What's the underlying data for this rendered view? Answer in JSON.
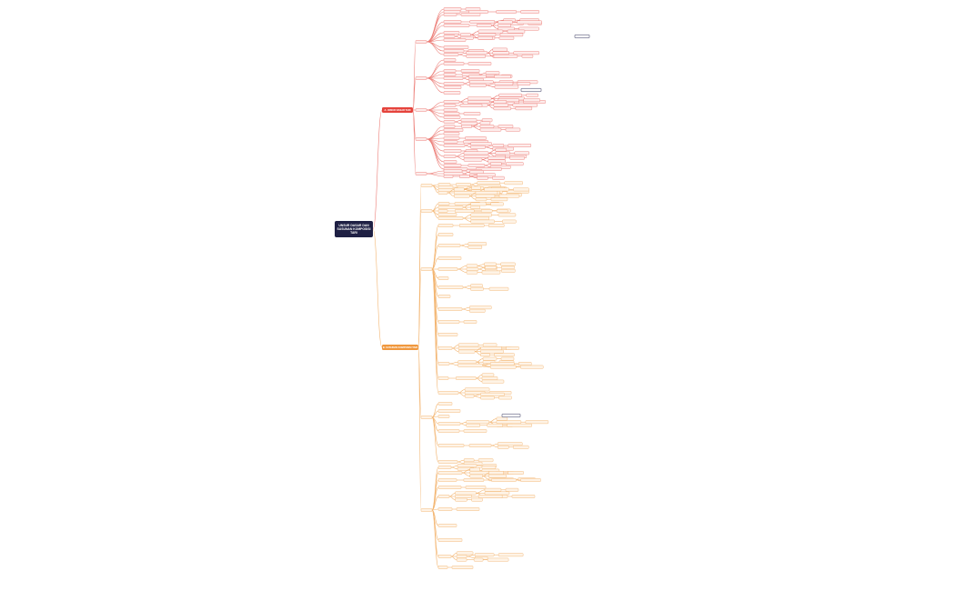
{
  "root": {
    "title": "UNSUR DASAR DAN SUSUNAN KOMPOSISI TARI"
  },
  "branches": [
    {
      "label": "A. UNSUR DASAR TARI",
      "color": "#e5433c",
      "line": "#ec7d77",
      "fill": "#fdeceb"
    },
    {
      "label": "B. SUSUNAN KOMPOSISI TARI",
      "color": "#f0983e",
      "line": "#f3b673",
      "fill": "#fef3e6"
    }
  ],
  "callout": {
    "border": "#2a2c55"
  }
}
